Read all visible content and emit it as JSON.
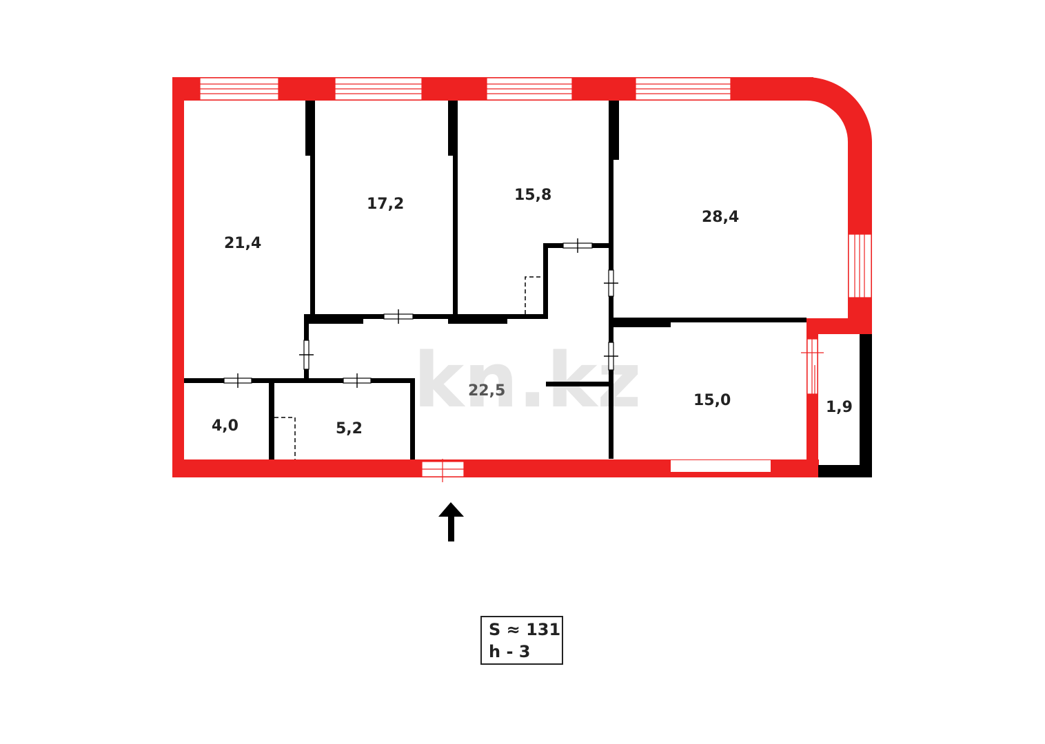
{
  "rooms": [
    {
      "id": "room-1",
      "area": "21,4"
    },
    {
      "id": "room-2",
      "area": "17,2"
    },
    {
      "id": "room-3",
      "area": "15,8"
    },
    {
      "id": "room-4",
      "area": "28,4"
    },
    {
      "id": "room-5",
      "area": "4,0"
    },
    {
      "id": "room-6",
      "area": "5,2"
    },
    {
      "id": "hall",
      "area": "22,5"
    },
    {
      "id": "room-7",
      "area": "15,0"
    },
    {
      "id": "balcony",
      "area": "1,9"
    }
  ],
  "watermark": "kn.kz",
  "summary": {
    "area": "S ≈ 131",
    "height": "h - 3"
  },
  "colors": {
    "exterior_wall": "#ee2222",
    "interior_wall": "#000000",
    "background": "#ffffff"
  }
}
